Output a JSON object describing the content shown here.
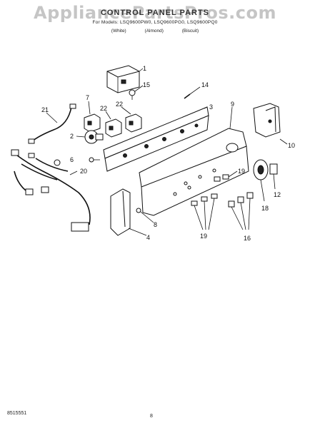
{
  "watermark": "AppliancePartsPros.com",
  "header": {
    "title": "CONTROL PANEL PARTS",
    "models": "For Models: LSQ9600PW0, LSQ9600PG0, LSQ9600PQ0",
    "colors": [
      "(White)",
      "(Almond)",
      "(Biscuit)"
    ]
  },
  "callouts": {
    "c1": "1",
    "c15": "15",
    "c14": "14",
    "c7": "7",
    "c22a": "22",
    "c22b": "22",
    "c3": "3",
    "c9": "9",
    "c21": "21",
    "c2": "2",
    "c10": "10",
    "c6": "6",
    "c19a": "19",
    "c20": "20",
    "c12": "12",
    "c18": "18",
    "c8": "8",
    "c19b": "19",
    "c16": "16",
    "c4": "4"
  },
  "footer": {
    "code": "8515551",
    "page": "8"
  }
}
